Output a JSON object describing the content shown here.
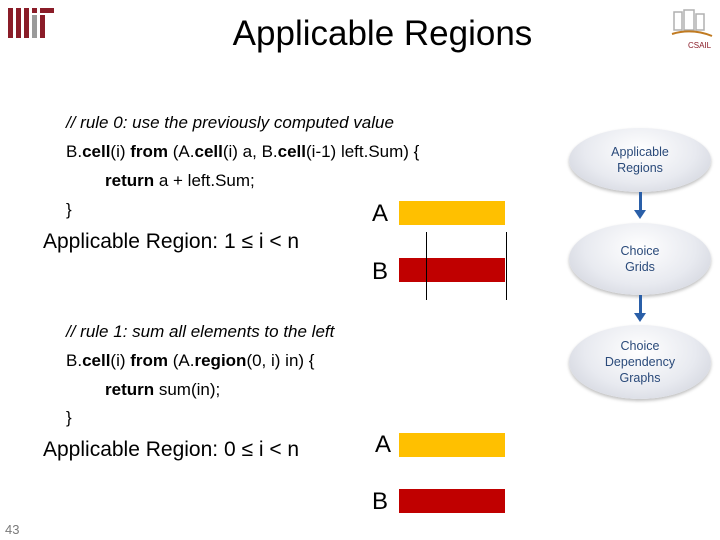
{
  "slide": {
    "title": "Applicable Regions",
    "number": "43"
  },
  "logos": {
    "mit_logo": "MIT",
    "csail_logo": "CSAIL"
  },
  "rule0": {
    "comment": "// rule 0: use the previously computed value",
    "line1": {
      "a": "B.",
      "b": "cell",
      "c": "(i) ",
      "d": "from",
      "e": " (A.",
      "f": "cell",
      "g": "(i) a, B.",
      "h": "cell",
      "i": "(i-1) left.Sum) {"
    },
    "line2": {
      "kw": "return",
      "rest": " a + left.Sum;"
    },
    "line3": "}",
    "region": "Applicable Region:  1 ≤ i < n",
    "label_a": "A",
    "label_b": "B"
  },
  "rule1": {
    "comment": "// rule 1: sum all elements to the left",
    "line1": {
      "a": "B.",
      "b": "cell",
      "c": "(i) ",
      "d": "from",
      "e": " (A.",
      "f": "region",
      "g": "(0, i) in) {"
    },
    "line2": {
      "kw": "return",
      "rest": " sum(in);"
    },
    "line3": "}",
    "region": "Applicable Region:  0 ≤ i < n",
    "label_a": "A",
    "label_b": "B"
  },
  "sidebar": {
    "items": [
      {
        "label": "Applicable Regions"
      },
      {
        "label": "Choice Grids"
      },
      {
        "label": "Choice Dependency Graphs"
      }
    ]
  },
  "colors": {
    "orange": "#ffc000",
    "red": "#c00000",
    "accent_blue": "#2a5fa8"
  }
}
